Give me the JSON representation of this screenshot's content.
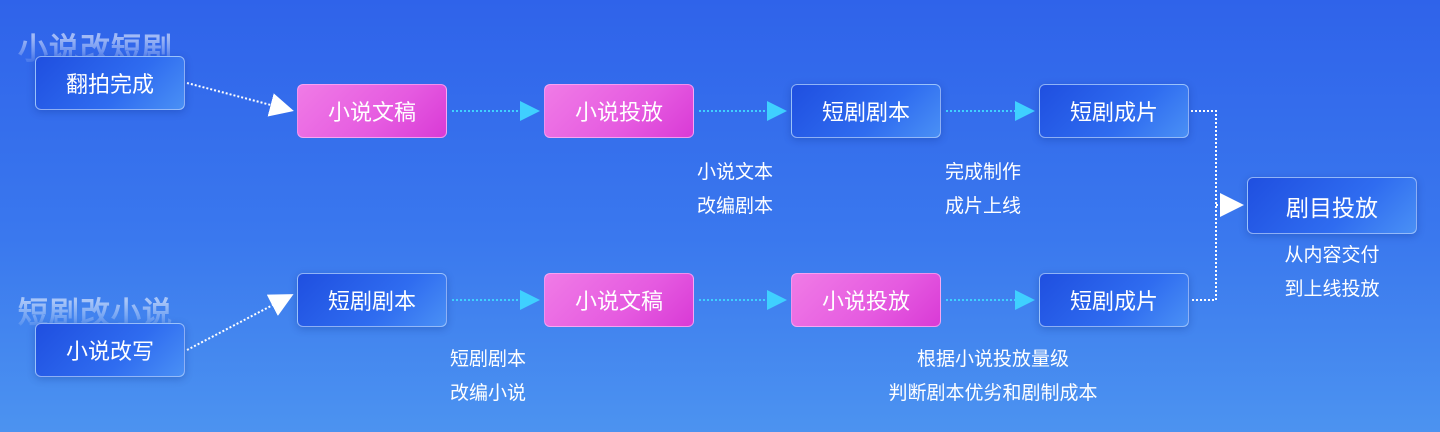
{
  "sections": {
    "top_title": "小说改短剧",
    "bottom_title": "短剧改小说"
  },
  "top": {
    "start": "翻拍完成",
    "steps": [
      "小说文稿",
      "小说投放",
      "短剧剧本",
      "短剧成片"
    ],
    "captions": [
      [
        "小说文本",
        "改编剧本"
      ],
      [
        "完成制作",
        "成片上线"
      ]
    ]
  },
  "bottom": {
    "start": "小说改写",
    "steps": [
      "短剧剧本",
      "小说文稿",
      "小说投放",
      "短剧成片"
    ],
    "captions": [
      [
        "短剧剧本",
        "改编小说"
      ],
      [
        "根据小说投放量级",
        "判断剧本优劣和剧制成本"
      ]
    ]
  },
  "final": {
    "label": "剧目投放",
    "caption": [
      "从内容交付",
      "到上线投放"
    ]
  },
  "colors": {
    "blue_node": "#2f6cf0",
    "pink_node": "#e55ae0",
    "arrow": "#3fd0ff"
  }
}
